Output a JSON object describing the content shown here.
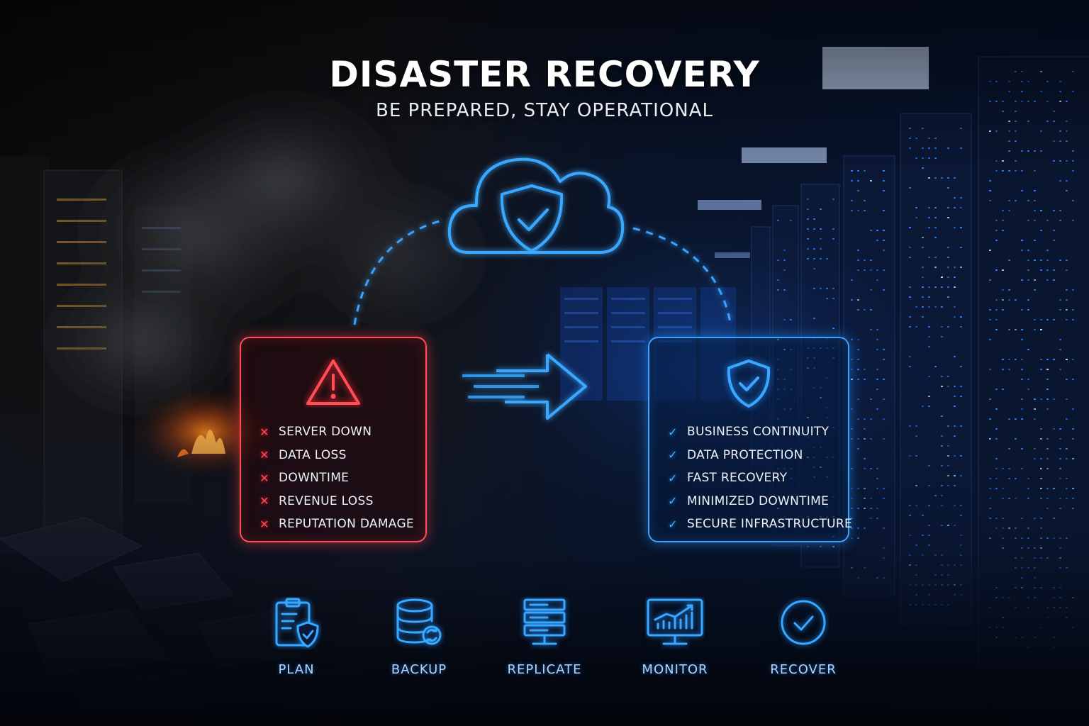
{
  "header": {
    "title": "DISASTER RECOVERY",
    "subtitle": "BE PREPARED, STAY OPERATIONAL"
  },
  "icons": {
    "cloud": "cloud-shield-check-icon",
    "warning": "warning-triangle-icon",
    "shield": "shield-check-icon",
    "arrow": "arrow-right-icon"
  },
  "before_panel": {
    "items": [
      "SERVER DOWN",
      "DATA LOSS",
      "DOWNTIME",
      "REVENUE LOSS",
      "REPUTATION DAMAGE"
    ],
    "mark": "✕"
  },
  "after_panel": {
    "items": [
      "BUSINESS CONTINUITY",
      "DATA PROTECTION",
      "FAST RECOVERY",
      "MINIMIZED DOWNTIME",
      "SECURE INFRASTRUCTURE"
    ],
    "mark": "✓"
  },
  "steps": [
    {
      "label": "PLAN",
      "icon": "clipboard-shield-icon"
    },
    {
      "label": "BACKUP",
      "icon": "database-sync-icon"
    },
    {
      "label": "REPLICATE",
      "icon": "server-stack-icon"
    },
    {
      "label": "MONITOR",
      "icon": "monitor-chart-icon"
    },
    {
      "label": "RECOVER",
      "icon": "check-circle-icon"
    }
  ],
  "colors": {
    "danger": "#ff4f55",
    "accent": "#3aa2ff",
    "background": "#050a14"
  }
}
